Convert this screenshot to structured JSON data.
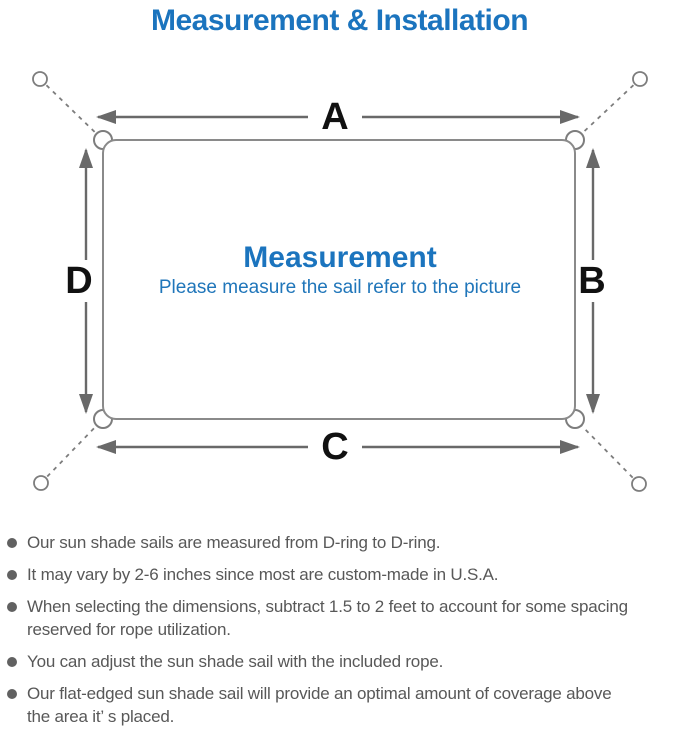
{
  "title": "Measurement & Installation",
  "diagram": {
    "labels": {
      "top": "A",
      "right": "B",
      "bottom": "C",
      "left": "D"
    },
    "center_heading": "Measurement",
    "center_subtitle": "Please measure the sail refer to the picture"
  },
  "notes": [
    "Our sun shade sails are measured from D-ring to D-ring.",
    "It may vary by 2-6 inches since most are custom-made in U.S.A.",
    "When selecting the dimensions, subtract 1.5 to 2 feet to account for some spacing\nreserved for rope utilization.",
    "You can adjust the sun shade sail with the included rope.",
    "Our flat-edged sun shade sail will provide an optimal amount of coverage above\nthe area it’ s placed."
  ],
  "colors": {
    "accent_blue": "#1b74be",
    "subtitle_blue": "#2076ba",
    "label_black": "#111111",
    "outline_gray": "#8a8a8a",
    "rope_gray": "#7d7d7d",
    "arrow_gray": "#696969",
    "note_text_gray": "#585858"
  }
}
